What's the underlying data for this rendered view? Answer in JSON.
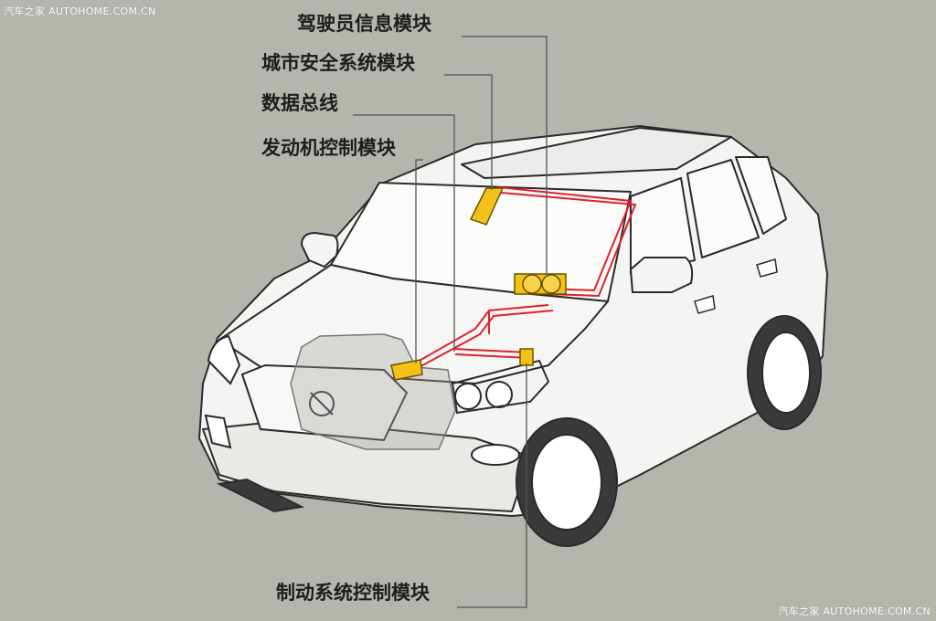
{
  "watermark": {
    "top_cn": "汽车之家",
    "top_en": "AUTOHOME.COM.CN",
    "bottom_cn": "汽车之家",
    "bottom_en": "AUTOHOME.COM.CN"
  },
  "labels": {
    "driver_info_module": "驾驶员信息模块",
    "city_safety_module": "城市安全系统模块",
    "data_bus": "数据总线",
    "engine_control_module": "发动机控制模块",
    "brake_control_module": "制动系统控制模块"
  },
  "colors": {
    "background": "#b4b6ae",
    "car_fill": "#f4f4f2",
    "outline": "#2a2a2a",
    "module": "#f2c21a",
    "bus_line": "#e0202a",
    "leader_line": "#555555"
  }
}
